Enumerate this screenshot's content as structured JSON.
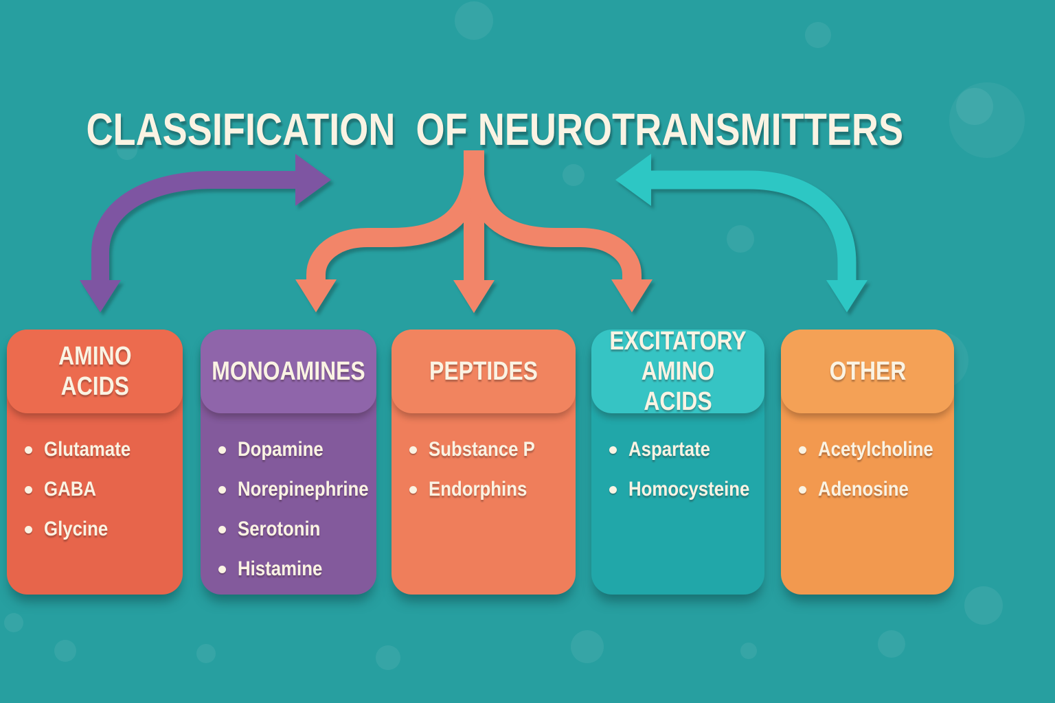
{
  "title": "CLASSIFICATION  OF NEUROTRANSMITTERS",
  "colors": {
    "background": "#279fa0",
    "text_cream": "#faf3e3"
  },
  "cards": [
    {
      "title": "AMINO\nACIDS",
      "header_color": "#ec6b4e",
      "body_color": "#e7654b",
      "items": [
        "Glutamate",
        "GABA",
        "Glycine"
      ]
    },
    {
      "title": "MONOAMINES",
      "header_color": "#8f65aa",
      "body_color": "#835a9c",
      "items": [
        "Dopamine",
        "Norepinephrine",
        "Serotonin",
        "Histamine"
      ]
    },
    {
      "title": "PEPTIDES",
      "header_color": "#f1845f",
      "body_color": "#ef7e5b",
      "items": [
        "Substance P",
        "Endorphins"
      ]
    },
    {
      "title": "EXCITATORY\nAMINO ACIDS",
      "header_color": "#36c4c4",
      "body_color": "#21a7a9",
      "items": [
        "Aspartate",
        "Homocysteine"
      ]
    },
    {
      "title": "OTHER",
      "header_color": "#f4a156",
      "body_color": "#f2994f",
      "items": [
        "Acetylcholine",
        "Adenosine"
      ]
    }
  ],
  "arrows": [
    {
      "name": "purple-curved-arrow",
      "color": "#7e55a2"
    },
    {
      "name": "orange-branching-arrow",
      "color": "#f28569"
    },
    {
      "name": "teal-curved-arrow",
      "color": "#2dc7c4"
    }
  ]
}
